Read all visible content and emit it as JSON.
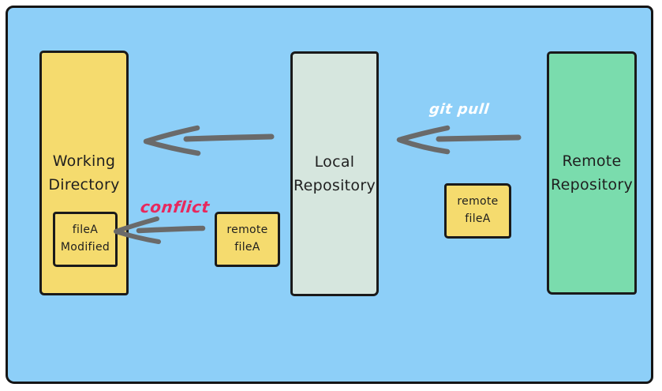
{
  "colors": {
    "page_background": "#ffffff",
    "frame_fill": "#8DCFF8",
    "frame_border": "#151515",
    "box_yellow": "#F5DB6E",
    "box_mint": "#D6E6DE",
    "box_green": "#7ADCAD",
    "arrow_gray": "#6A6A6A",
    "annotation_git_pull": "#FFFFFF",
    "annotation_conflict": "#E7285D"
  },
  "nodes": {
    "working_directory": {
      "label": "Working\nDirectory"
    },
    "filea_modified": {
      "label": "fileA\nModified"
    },
    "local_repository": {
      "label": "Local\nRepository"
    },
    "remote_repository": {
      "label": "Remote\nRepository"
    },
    "remote_filea_pull": {
      "label": "remote\nfileA"
    },
    "remote_filea_conflict": {
      "label": "remote\nfileA"
    }
  },
  "annotations": {
    "git_pull": "git pull",
    "conflict": "conflict"
  }
}
